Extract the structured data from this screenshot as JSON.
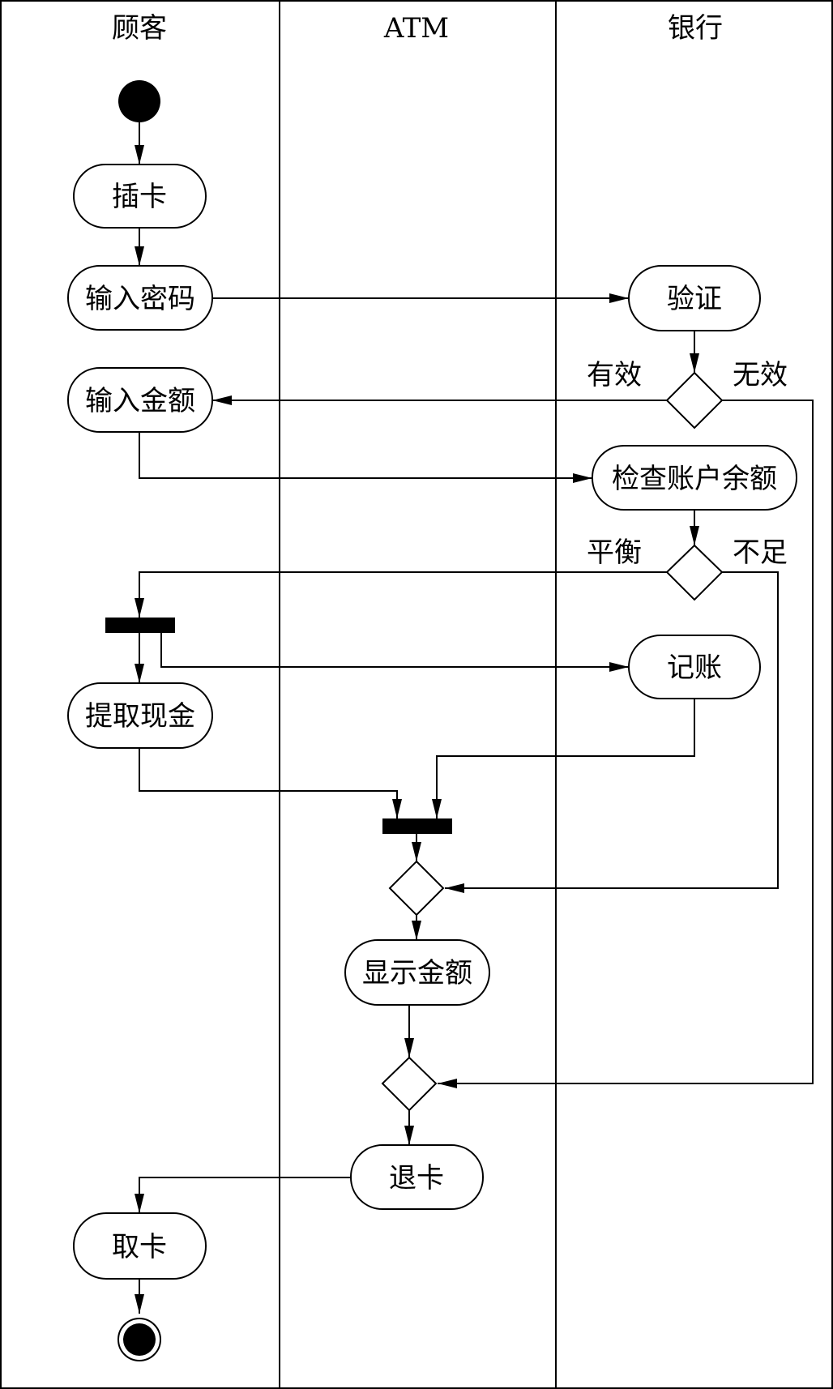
{
  "lanes": [
    "顾客",
    "ATM",
    "银行"
  ],
  "activities": {
    "insert_card": "插卡",
    "enter_password": "输入密码",
    "verify": "验证",
    "enter_amount": "输入金额",
    "check_balance": "检查账户余额",
    "post_entry": "记账",
    "withdraw_cash": "提取现金",
    "show_amount": "显示金额",
    "eject_card": "退卡",
    "take_card": "取卡"
  },
  "guards": {
    "valid": "有效",
    "invalid": "无效",
    "balanced": "平衡",
    "insufficient": "不足"
  },
  "colors": {
    "stroke": "#000000",
    "fill": "#ffffff",
    "solid": "#000000"
  }
}
